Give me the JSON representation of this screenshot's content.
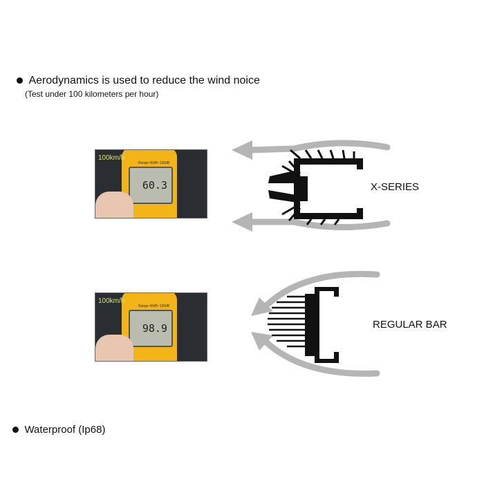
{
  "section1": {
    "title": "Aerodynamics is used to reduce the wind noice",
    "subtitle": "(Test under 100 kilometers per hour)"
  },
  "tests": [
    {
      "speed": "100km/h",
      "meter_range": "Range 40dB~130dB",
      "reading": "60.3",
      "profile_label": "X-SERIES"
    },
    {
      "speed": "100km/h",
      "meter_range": "Range 40dB~130dB",
      "reading": "98.9",
      "profile_label": "REGULAR BAR"
    }
  ],
  "section2": {
    "title": "Waterproof (Ip68)"
  },
  "colors": {
    "arrow": "#b5b5b5",
    "profile": "#111111",
    "meter": "#f2b416"
  }
}
